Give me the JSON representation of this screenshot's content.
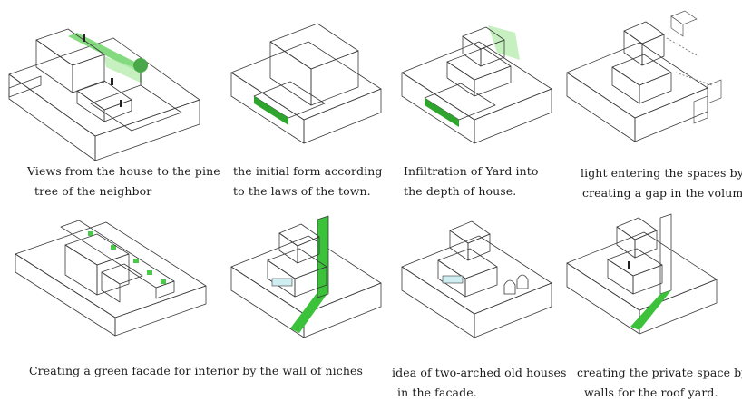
{
  "colors": {
    "green": "#3cc23a",
    "green_light": "#b8ecb0",
    "yellow": "#e2c13a",
    "roof": "#ffffff",
    "side_light": "#e9e9e9",
    "side_dark": "#bdbdbd",
    "ground": "#d6d6d6",
    "line": "#3a3a3a",
    "glass": "#cfeef2"
  },
  "captions": [
    {
      "line1": "Views from the house to the pine",
      "line2": "tree of the neighbor"
    },
    {
      "line1": "the initial form according",
      "line2": "to the laws of the town."
    },
    {
      "line1": "Infiltration of Yard into",
      "line2": "the depth of house."
    },
    {
      "line1": "light entering the spaces by",
      "line2": "creating a gap in the volume."
    },
    {
      "line1": "Creating  a green facade for interior by the wall of niches",
      "line2": ""
    },
    {
      "line1": "idea of two-arched old houses",
      "line2": "in the facade."
    },
    {
      "line1": "creating the private space by high",
      "line2": "walls for the roof yard."
    }
  ]
}
